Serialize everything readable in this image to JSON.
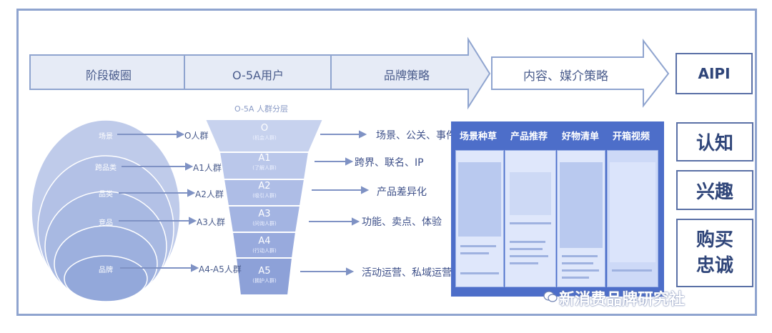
{
  "stages": [
    "阶段破圈",
    "O-5A用户",
    "品牌策略",
    "内容、媒介策略"
  ],
  "aipi_label": "AIPI",
  "funnel_caption": "O-5A 人群分层",
  "circles": [
    "场景",
    "跨品类",
    "品类",
    "竞品",
    "品牌"
  ],
  "crowds": [
    "O人群",
    "A1人群",
    "A2人群",
    "A3人群",
    "A4-A5人群"
  ],
  "funnel_tiers": [
    {
      "name": "O",
      "sub": "(机会人群)"
    },
    {
      "name": "A1",
      "sub": "(了解人群)"
    },
    {
      "name": "A2",
      "sub": "(吸引人群)"
    },
    {
      "name": "A3",
      "sub": "(问询人群)"
    },
    {
      "name": "A4",
      "sub": "(行动人群)"
    },
    {
      "name": "A5",
      "sub": "(拥护人群)"
    }
  ],
  "strategies": [
    "场景、公关、事件",
    "跨界、联名、IP",
    "产品差异化",
    "功能、卖点、体验",
    "活动运营、私域运营"
  ],
  "content_tabs": [
    "场景种草",
    "产品推荐",
    "好物清单",
    "开箱视频"
  ],
  "aipi_stages": [
    "认知",
    "兴趣",
    "购买\n忠诚"
  ],
  "watermark": "新消费品牌研究社",
  "colors": {
    "accent": "#4d6ec9",
    "light": "#e6ebf6",
    "border": "#8fa4cf"
  }
}
